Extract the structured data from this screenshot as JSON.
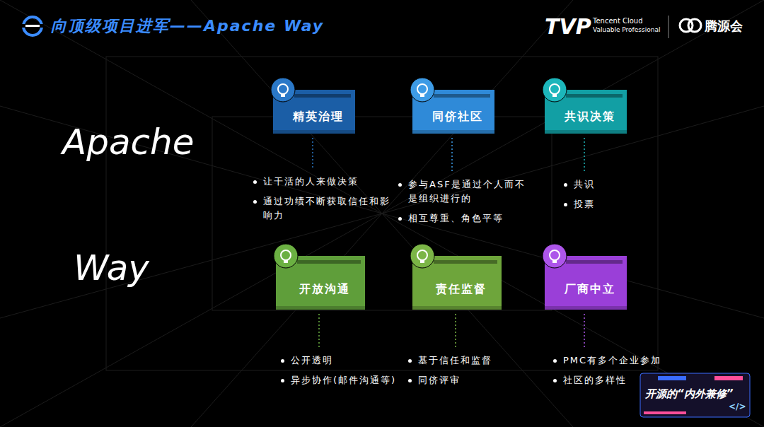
{
  "diagram": {
    "title": "向顶级项目进军——Apache Way",
    "nodes": [
      {
        "text": [
          "精英治理",
          "让干活的人来做决策",
          "通过功绩不断获取信任和影响力"
        ]
      },
      {
        "text": [
          "同侪社区",
          "参与ASF是通过个人而不是组织进行的",
          "相互尊重、角色平等"
        ]
      },
      {
        "text": [
          "共识决策",
          "共识",
          "投票"
        ]
      },
      {
        "text": [
          "开放沟通",
          "公开透明",
          "异步协作(邮件沟通等)"
        ]
      },
      {
        "text": [
          "责任监督",
          "基于信任和监督",
          "同侪评审"
        ]
      },
      {
        "text": [
          "厂商中立",
          "PMC有多个企业参加",
          "社区的多样性"
        ]
      }
    ],
    "labels": [
      "Apache",
      "Way",
      "TVP",
      "Tencent Cloud",
      "Valuable Professional",
      "腾源会",
      "开源的“内外兼修”",
      "</>"
    ]
  }
}
